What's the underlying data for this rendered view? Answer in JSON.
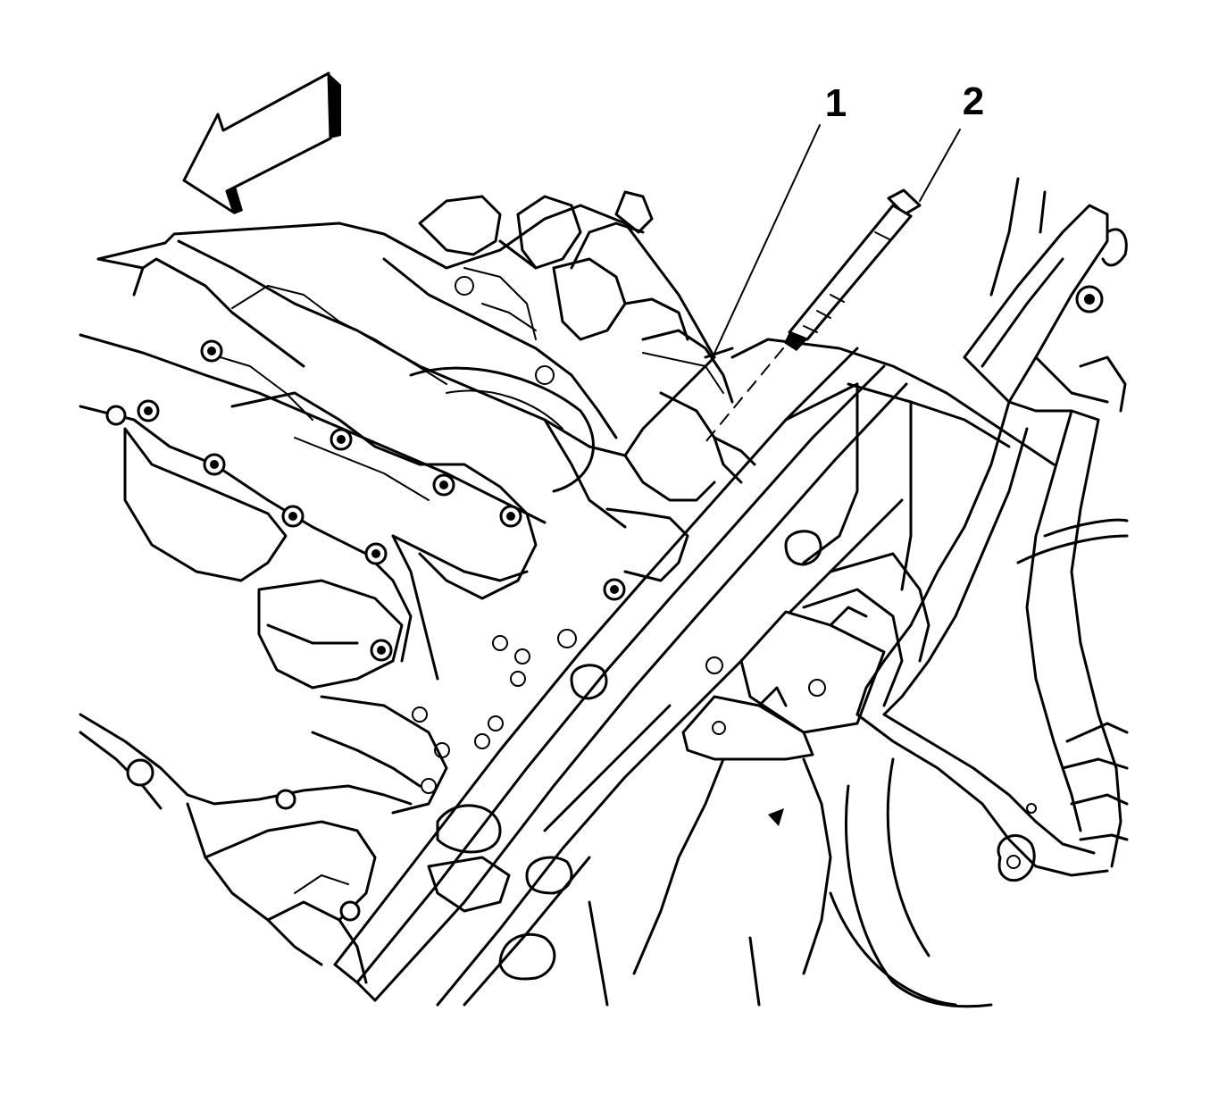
{
  "callouts": [
    {
      "id": "1",
      "label": "1"
    },
    {
      "id": "2",
      "label": "2"
    }
  ],
  "colors": {
    "ink": "#000000",
    "paper": "#ffffff"
  },
  "icons": {
    "direction_arrow": "front-direction-arrow-icon",
    "bolt": "bolt-icon"
  }
}
